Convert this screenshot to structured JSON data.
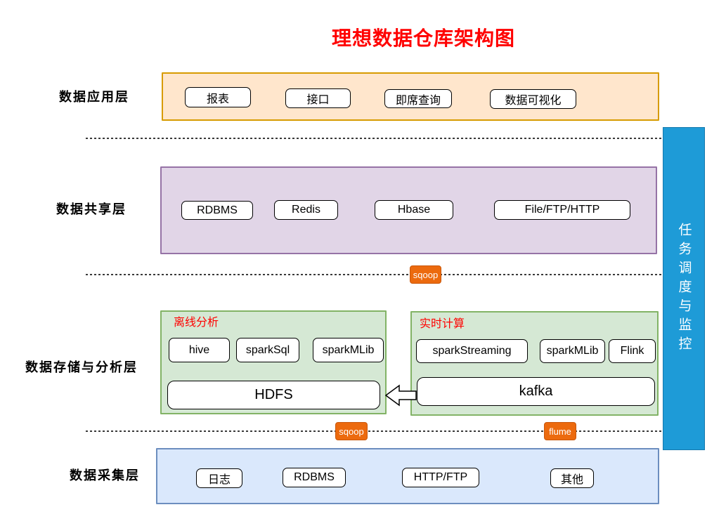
{
  "title": "理想数据仓库架构图",
  "side_labels": {
    "app": "数据应用层",
    "share": "数据共享层",
    "storage": "数据存储与分析层",
    "collect": "数据采集层"
  },
  "app_layer": {
    "items": [
      "报表",
      "接口",
      "即席查询",
      "数据可视化"
    ]
  },
  "share_layer": {
    "items": [
      "RDBMS",
      "Redis",
      "Hbase",
      "File/FTP/HTTP"
    ]
  },
  "storage_layer": {
    "offline": {
      "title": "离线分析",
      "items": [
        "hive",
        "sparkSql",
        "sparkMLib"
      ],
      "base": "HDFS"
    },
    "realtime": {
      "title": "实时计算",
      "items": [
        "sparkStreaming",
        "sparkMLib",
        "Flink"
      ],
      "base": "kafka"
    }
  },
  "collect_layer": {
    "items": [
      "日志",
      "RDBMS",
      "HTTP/FTP",
      "其他"
    ]
  },
  "connectors": {
    "sqoop_top": "sqoop",
    "sqoop_bottom": "sqoop",
    "flume": "flume"
  },
  "sidebar": {
    "text": "任务调度与监控"
  },
  "colors": {
    "title_red": "#FF0000",
    "app_fill": "#FFE6CC",
    "app_stroke": "#D79B00",
    "share_fill": "#E1D5E7",
    "share_stroke": "#9673A6",
    "storage_fill": "#D5E8D4",
    "storage_stroke": "#82B366",
    "collect_fill": "#DAE8FC",
    "collect_stroke": "#6C8EBF",
    "connector_orange": "#EC6A0E",
    "sidebar_blue": "#1E9BD7"
  }
}
